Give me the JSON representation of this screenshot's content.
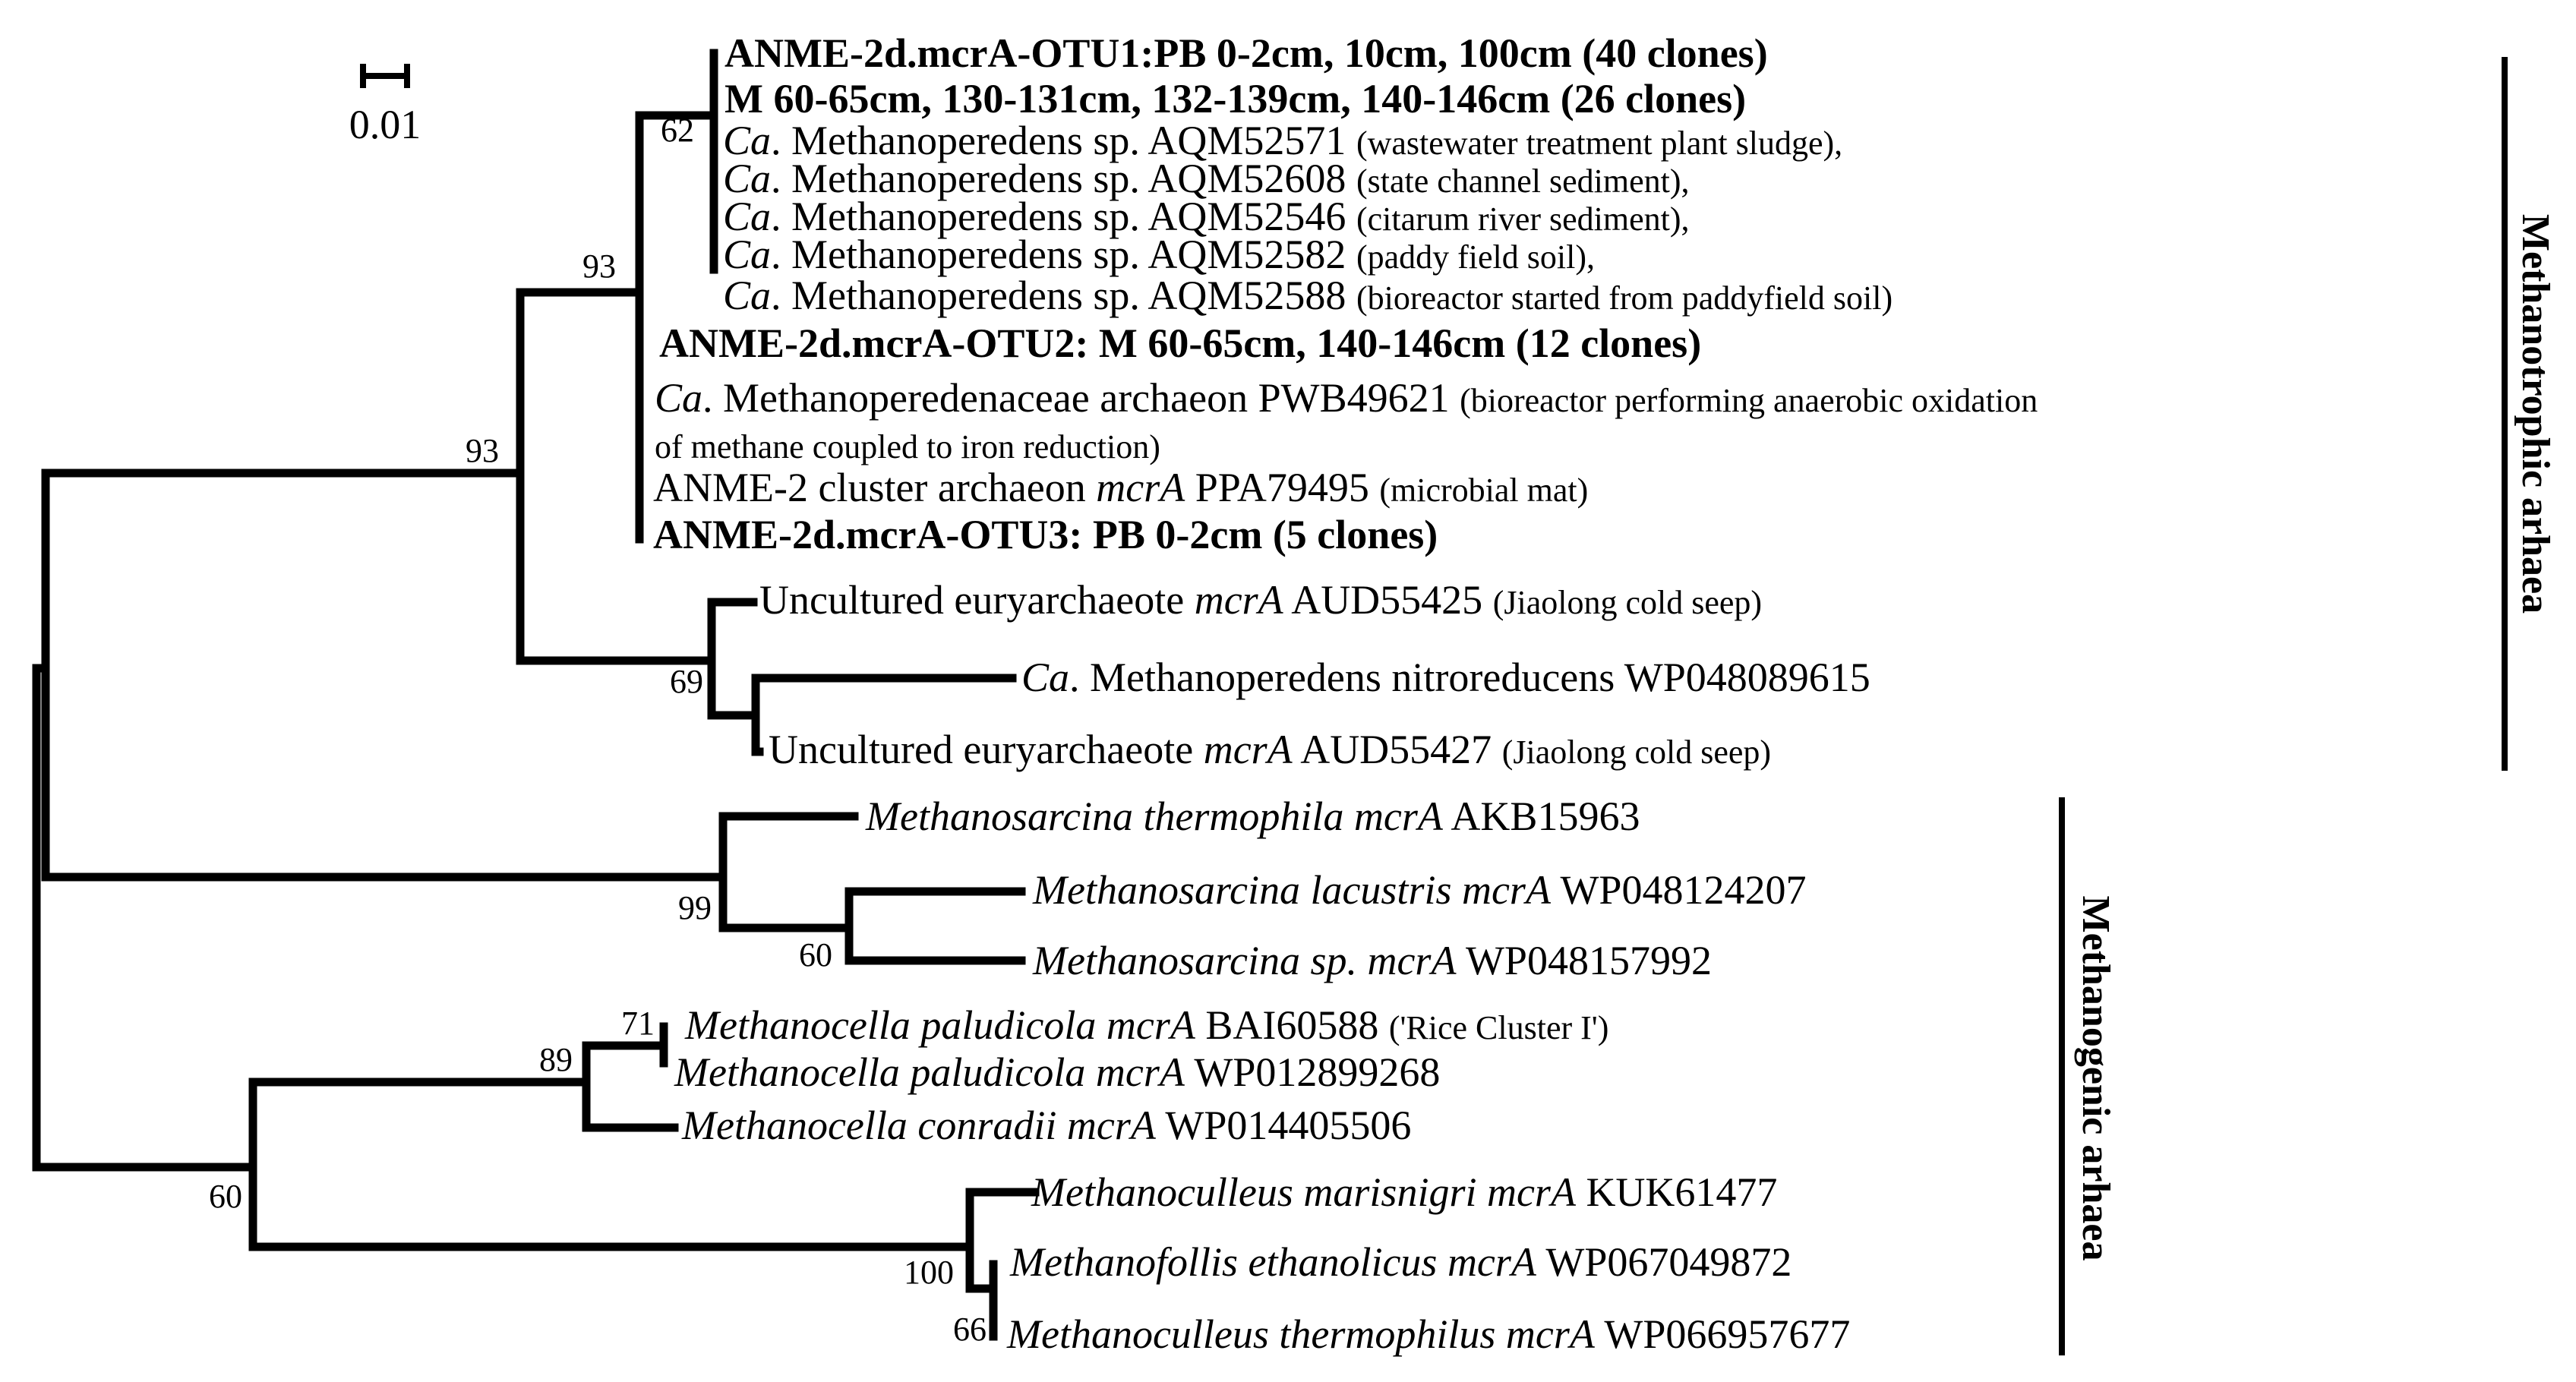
{
  "scale_bar": {
    "label": "0.01"
  },
  "bootstrap": {
    "b62": "62",
    "b93a": "93",
    "b93b": "93",
    "b69": "69",
    "b99": "99",
    "b60a": "60",
    "b71": "71",
    "b89": "89",
    "b60b": "60",
    "b100": "100",
    "b66": "66"
  },
  "taxa": {
    "otu1a": {
      "p1": "ANME-2d.mcrA-OTU1:PB 0-2cm, 10cm, 100cm (40 clones)"
    },
    "otu1b": {
      "p1": "M 60-65cm, 130-131cm, 132-139cm, 140-146cm (26 clones)"
    },
    "aqm52571": {
      "p1": "Ca",
      "p2": ". Methanoperedens sp. AQM52571 ",
      "p3": "(wastewater treatment plant sludge),"
    },
    "aqm52608": {
      "p1": "Ca",
      "p2": ". Methanoperedens sp. AQM52608 ",
      "p3": "(state channel sediment),"
    },
    "aqm52546": {
      "p1": "Ca",
      "p2": ". Methanoperedens sp. AQM52546 ",
      "p3": "(citarum river sediment),"
    },
    "aqm52582": {
      "p1": "Ca",
      "p2": ". Methanoperedens sp. AQM52582 ",
      "p3": "(paddy field soil),"
    },
    "aqm52588": {
      "p1": "Ca",
      "p2": ". Methanoperedens sp. AQM52588 ",
      "p3": "(bioreactor started from paddyfield soil)"
    },
    "otu2": {
      "p1": "ANME-2d.mcrA-OTU2: M 60-65cm, 140-146cm (12 clones)"
    },
    "pwb49621": {
      "p1": "Ca",
      "p2": ". Methanoperedenaceae archaeon PWB49621 ",
      "p3": "(bioreactor performing anaerobic oxidation",
      "p4": "of methane coupled to iron reduction)"
    },
    "ppa79495": {
      "p1": "ANME-2 cluster archaeon ",
      "p2": "mcrA",
      "p3": " PPA79495 ",
      "p4": "(microbial mat)"
    },
    "otu3": {
      "p1": "ANME-2d.mcrA-OTU3: PB 0-2cm (5 clones)"
    },
    "aud55425": {
      "p1": "Uncultured euryarchaeote ",
      "p2": "mcrA",
      "p3": " AUD55425 ",
      "p4": "(Jiaolong cold seep)"
    },
    "wp048089615": {
      "p1": "Ca",
      "p2": ". Methanoperedens nitroreducens WP048089615"
    },
    "aud55427": {
      "p1": "Uncultured euryarchaeote ",
      "p2": "mcrA",
      "p3": " AUD55427 ",
      "p4": "(Jiaolong cold seep)"
    },
    "akb15963": {
      "p1": "Methanosarcina thermophila mcrA",
      "p2": " AKB15963"
    },
    "wp048124207": {
      "p1": "Methanosarcina lacustris mcrA",
      "p2": " WP048124207"
    },
    "wp048157992": {
      "p1": "Methanosarcina sp. mcrA",
      "p2": " WP048157992"
    },
    "bai60588": {
      "p1": "Methanocella paludicola mcrA",
      "p2": " BAI60588 ",
      "p3": "('Rice Cluster I')"
    },
    "wp012899268": {
      "p1": "Methanocella paludicola mcrA",
      "p2": " WP012899268"
    },
    "wp014405506": {
      "p1": "Methanocella conradii mcrA",
      "p2": " WP014405506"
    },
    "kuk61477": {
      "p1": "Methanoculleus marisnigri mcrA",
      "p2": " KUK61477"
    },
    "wp067049872": {
      "p1": "Methanofollis ethanolicus mcrA",
      "p2": " WP067049872"
    },
    "wp066957677": {
      "p1": "Methanoculleus thermophilus mcrA",
      "p2": " WP066957677"
    }
  },
  "groups": {
    "methanotrophic": "Methanotrophic arhaea",
    "methanogenic": "Methanogenic arhaea"
  }
}
